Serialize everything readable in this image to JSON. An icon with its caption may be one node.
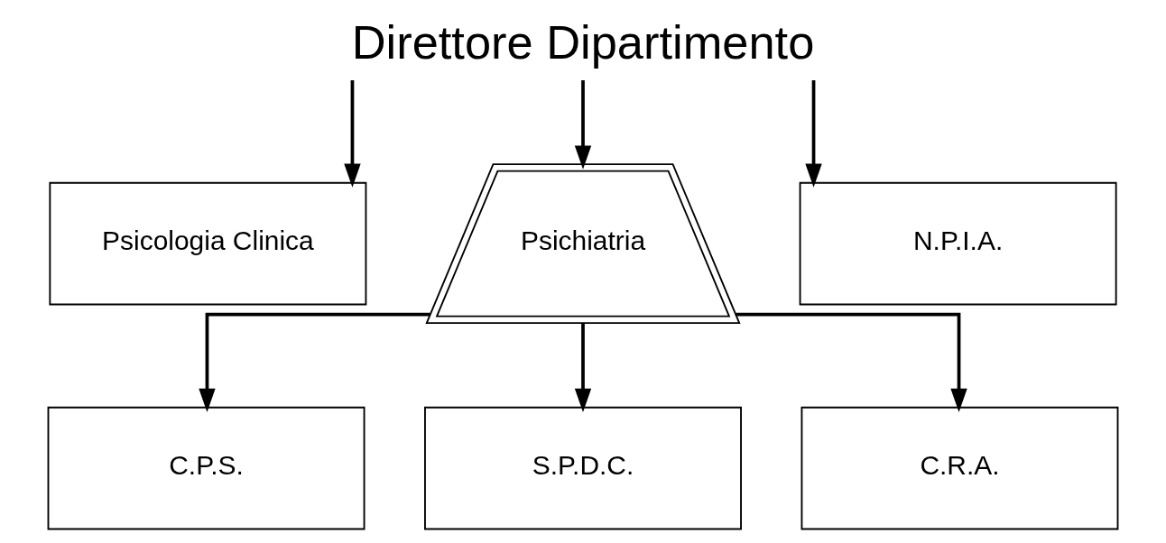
{
  "diagram": {
    "nodes": [
      {
        "text": [
          "Direttore Dipartimento"
        ]
      },
      {
        "text": [
          "Psicologia Clinica"
        ]
      },
      {
        "text": [
          "Psichiatria"
        ]
      },
      {
        "text": [
          "N.P.I.A."
        ]
      },
      {
        "text": [
          "C.P.S."
        ]
      },
      {
        "text": [
          "S.P.D.C."
        ]
      },
      {
        "text": [
          "C.R.A."
        ]
      }
    ],
    "edges": [
      {
        "from": 0,
        "to": 1,
        "arrow": "to"
      },
      {
        "from": 0,
        "to": 2,
        "arrow": "to"
      },
      {
        "from": 0,
        "to": 3,
        "arrow": "to"
      },
      {
        "from": 2,
        "to": 4,
        "arrow": "to"
      },
      {
        "from": 2,
        "to": 5,
        "arrow": "to"
      },
      {
        "from": 2,
        "to": 6,
        "arrow": "to"
      }
    ]
  }
}
